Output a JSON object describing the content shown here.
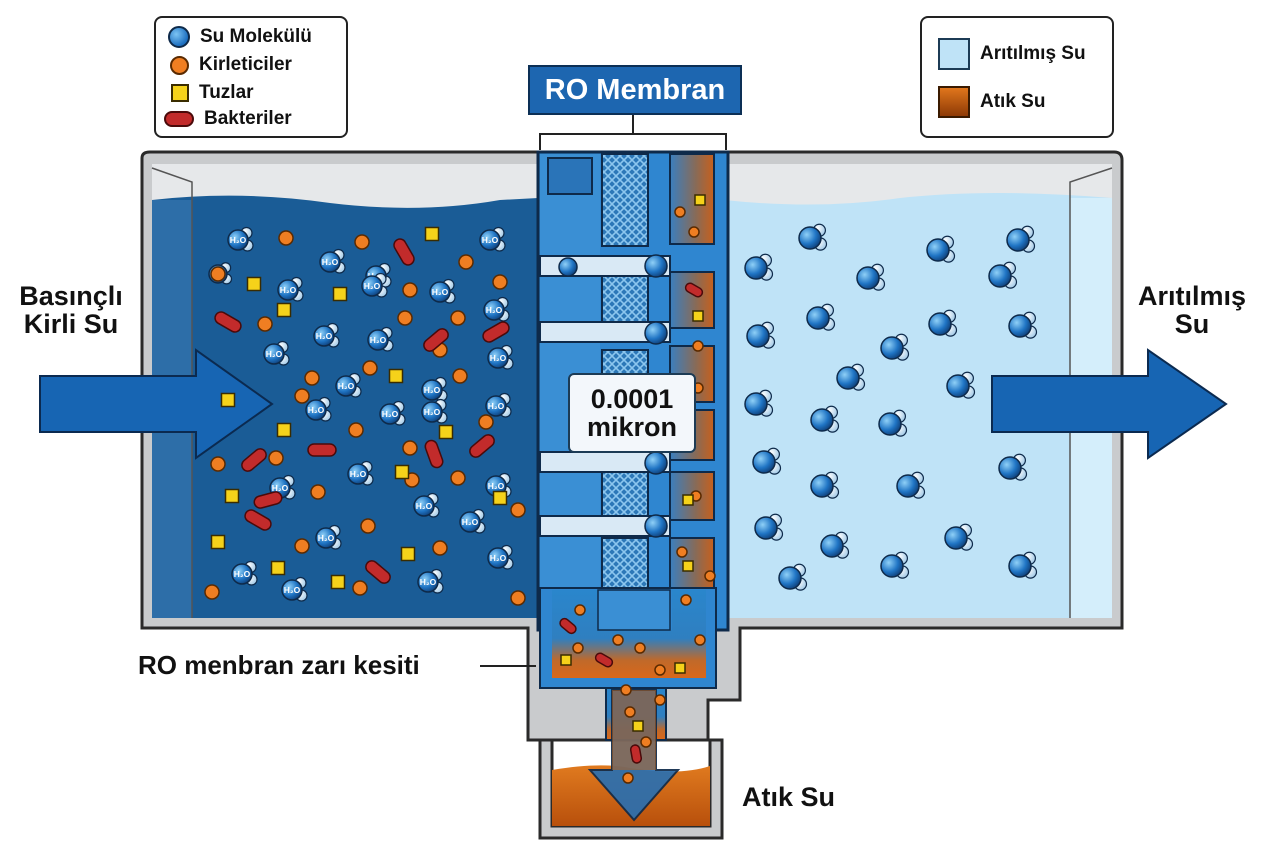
{
  "legend_left": {
    "items": [
      {
        "icon": "water-molecule-icon",
        "label": "Su Molekülü"
      },
      {
        "icon": "contaminant-icon",
        "label": "Kirleticiler"
      },
      {
        "icon": "salt-icon",
        "label": "Tuzlar"
      },
      {
        "icon": "bacteria-icon",
        "label": "Bakteriler"
      }
    ]
  },
  "legend_right": {
    "items": [
      {
        "icon": "purified-water-swatch",
        "label": "Arıtılmış Su"
      },
      {
        "icon": "waste-water-swatch",
        "label": "Atık Su"
      }
    ]
  },
  "membrane": {
    "title": "RO Membran",
    "pore_size_value": "0.0001",
    "pore_size_unit": "mikron",
    "cross_section_label": "RO menbran zarı kesiti"
  },
  "inlet": {
    "line1": "Basınçlı",
    "line2": "Kirli Su"
  },
  "outlet": {
    "line1": "Arıtılmış",
    "line2": "Su"
  },
  "waste": {
    "label": "Atık Su"
  },
  "molecule_text": "H₂O",
  "colors": {
    "dirty_water": "#1a5c96",
    "purified_water": "#bfe3f7",
    "arrow_blue": "#1765b3",
    "contaminant": "#ef7e22",
    "salt": "#f5d21a",
    "bacteria": "#c22b2b",
    "waste_orange": "#d9681a",
    "tank_gray": "#c9cbcd"
  }
}
